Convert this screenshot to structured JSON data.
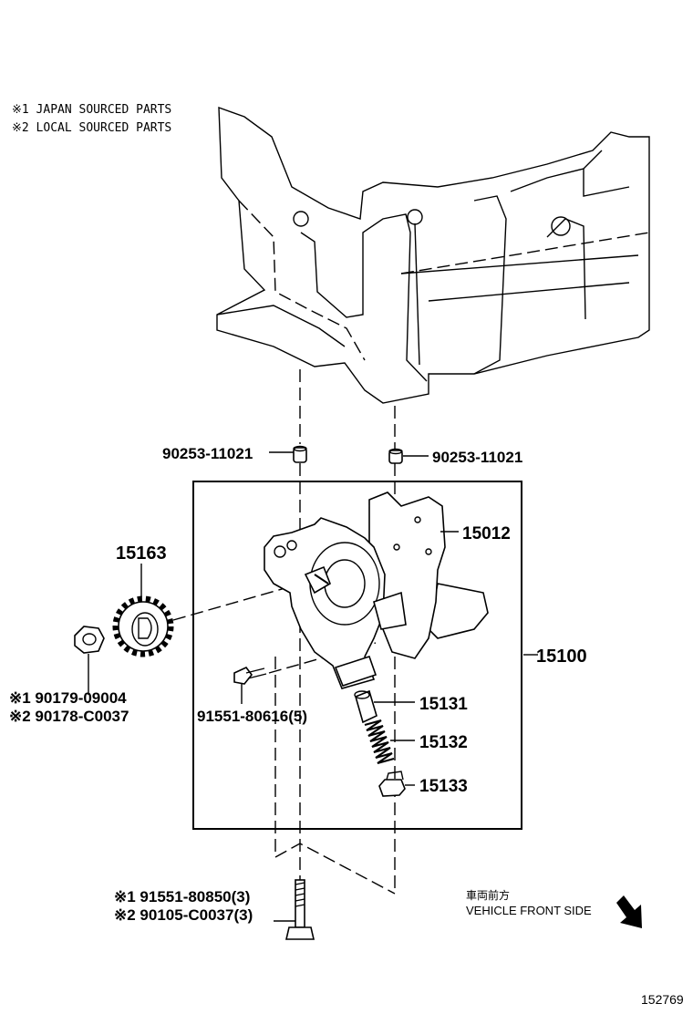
{
  "notes": [
    "※1 JAPAN SOURCED PARTS",
    "※2 LOCAL SOURCED PARTS"
  ],
  "parts": {
    "pin_left": "90253-11021",
    "pin_right": "90253-11021",
    "cover": "15012",
    "sprocket": "15163",
    "assembly": "15100",
    "nut_1": "※1 90179-09004",
    "nut_2": "※2 90178-C0037",
    "small_bolt": "91551-80616(5)",
    "relief_valve": "15131",
    "spring": "15132",
    "plug": "15133",
    "long_bolt_1": "※1 91551-80850(3)",
    "long_bolt_2": "※2 90105-C0037(3)"
  },
  "direction": {
    "japanese": "車両前方",
    "english": "VEHICLE FRONT SIDE"
  },
  "figure_id": "152769"
}
